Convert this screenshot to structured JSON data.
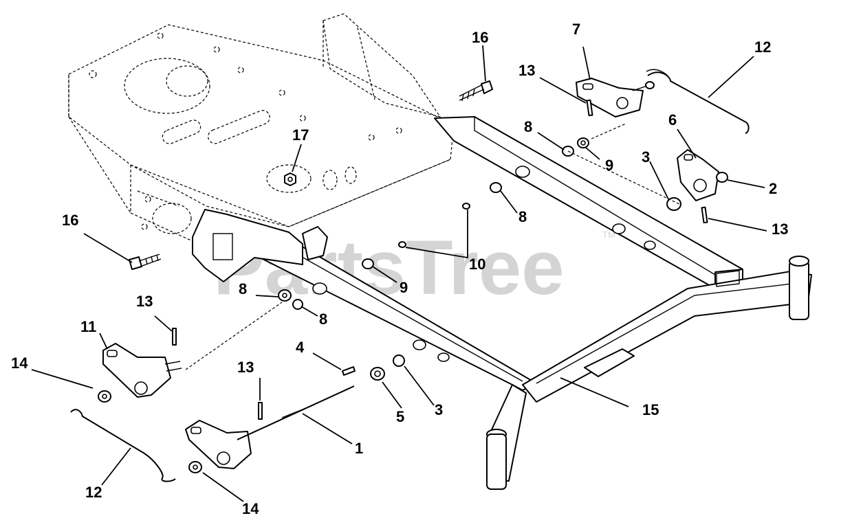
{
  "watermark": {
    "text": "PartsTree",
    "trademark": "TM"
  },
  "callouts": [
    {
      "id": "c16a",
      "text": "16"
    },
    {
      "id": "c7",
      "text": "7"
    },
    {
      "id": "c12a",
      "text": "12"
    },
    {
      "id": "c13a",
      "text": "13"
    },
    {
      "id": "c8a",
      "text": "8"
    },
    {
      "id": "c6",
      "text": "6"
    },
    {
      "id": "c9a",
      "text": "9"
    },
    {
      "id": "c3a",
      "text": "3"
    },
    {
      "id": "c2",
      "text": "2"
    },
    {
      "id": "c17",
      "text": "17"
    },
    {
      "id": "c8b",
      "text": "8"
    },
    {
      "id": "c13b",
      "text": "13"
    },
    {
      "id": "c16b",
      "text": "16"
    },
    {
      "id": "c10",
      "text": "10"
    },
    {
      "id": "c9b",
      "text": "9"
    },
    {
      "id": "c8c",
      "text": "8"
    },
    {
      "id": "c8d",
      "text": "8"
    },
    {
      "id": "c13c",
      "text": "13"
    },
    {
      "id": "c11",
      "text": "11"
    },
    {
      "id": "c4",
      "text": "4"
    },
    {
      "id": "c14a",
      "text": "14"
    },
    {
      "id": "c13d",
      "text": "13"
    },
    {
      "id": "c5",
      "text": "5"
    },
    {
      "id": "c3b",
      "text": "3"
    },
    {
      "id": "c15",
      "text": "15"
    },
    {
      "id": "c1",
      "text": "1"
    },
    {
      "id": "c12b",
      "text": "12"
    },
    {
      "id": "c14b",
      "text": "14"
    }
  ]
}
